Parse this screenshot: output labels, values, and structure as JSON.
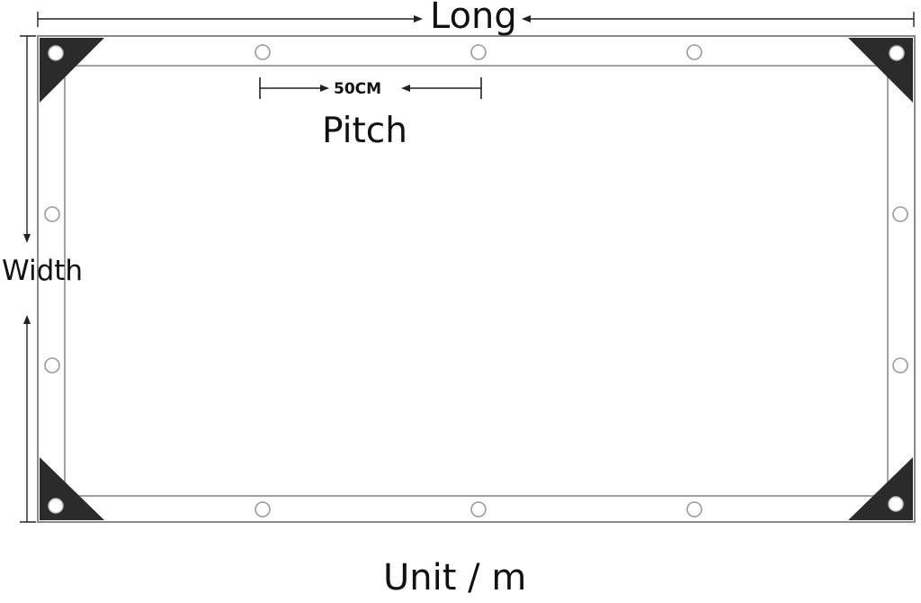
{
  "labels": {
    "long": "Long",
    "width": "Width",
    "pitch_value": "50CM",
    "pitch": "Pitch",
    "unit": "Unit / m"
  },
  "colors": {
    "line": "#8a8a8a",
    "corner": "#2b2b2b",
    "arrow": "#222222"
  }
}
